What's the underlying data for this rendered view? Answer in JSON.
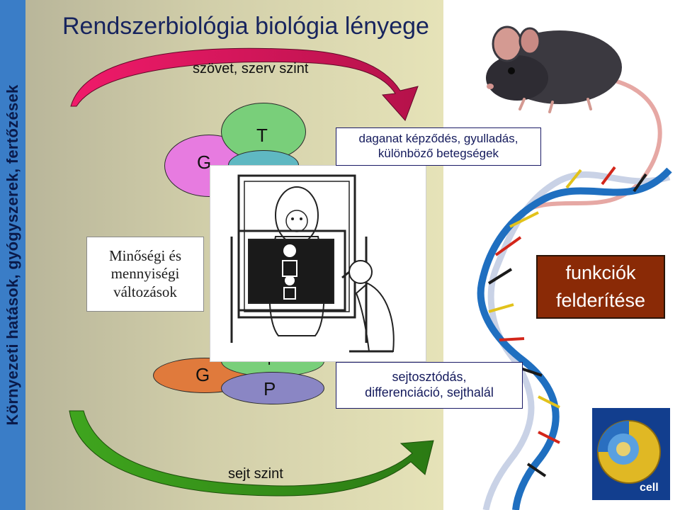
{
  "title": "Rendszerbiológia biológia lényege",
  "side_text": "Környezeti hatások, gyógyszerek, fertőzések",
  "levels": {
    "tissue": "szövet, szerv szint",
    "cell": "sejt szint"
  },
  "quality_box": [
    "Minőségi és",
    "mennyiségi",
    "változások"
  ],
  "ellipses": {
    "top_left": "G",
    "top_right": "T",
    "bottom_left": "G",
    "bottom_mid": "T",
    "bottom_right": "P"
  },
  "effects": {
    "tissue_lines": [
      "daganat képződés, gyulladás,",
      "különböző betegségek"
    ],
    "cell_lines": [
      "sejtosztódás,",
      "differenciáció, sejthalál"
    ]
  },
  "function_lines": [
    "funkciók",
    "felderítése"
  ],
  "cell_image_label": "cell",
  "colors": {
    "side_band": "#3a7dc7",
    "title": "#17245e",
    "arrow_top": "#e0105a",
    "arrow_bottom": "#3a8e1a",
    "function_box": "#8a2a06",
    "ellipse_pink": "#e77be0",
    "ellipse_green": "#79cf7a",
    "ellipse_teal": "#5fb8c2",
    "ellipse_orange": "#e07a3c",
    "ellipse_violet": "#8a86c4"
  }
}
